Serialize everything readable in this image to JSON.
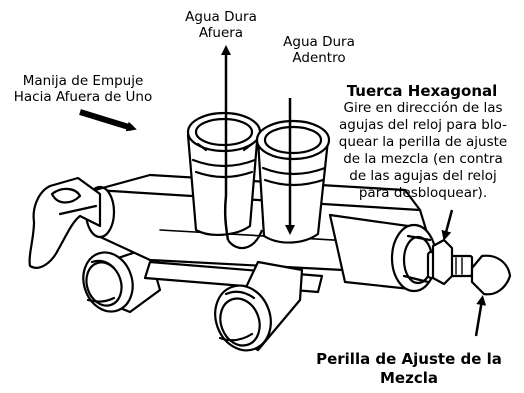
{
  "labels": {
    "hard_water_out": "Agua Dura\nAfuera",
    "hard_water_in": "Agua Dura\nAdentro",
    "push_handle": "Manija de Empuje\nHacia Afuera de Uno",
    "hex_nut_title": "Tuerca Hexagonal",
    "hex_nut_desc": "Gire en dirección de las\nagujas del reloj para blo-\nquear la perilla de ajuste\nde la mezcla (en contra\nde las agujas del reloj\npara desbloquear).",
    "knob_title": "Perilla de Ajuste de la\nMezcla"
  },
  "colors": {
    "line": "#000000",
    "fill": "#ffffff"
  }
}
